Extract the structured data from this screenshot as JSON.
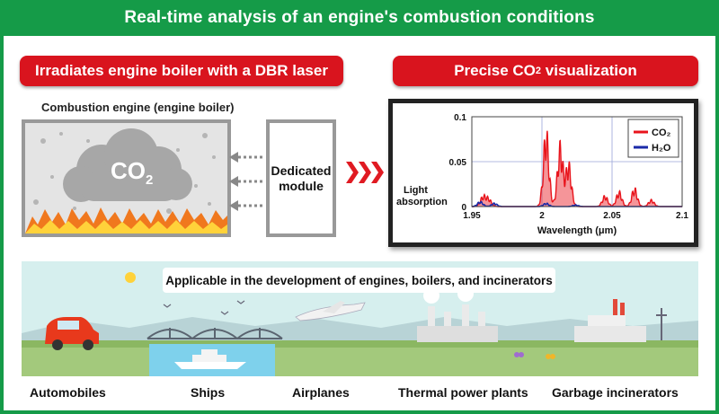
{
  "header": {
    "title": "Real-time analysis of an engine's combustion conditions"
  },
  "left_panel": {
    "title": "Irradiates engine boiler with a DBR laser",
    "engine_label": "Combustion engine (engine boiler)",
    "cloud_text": "CO",
    "cloud_sub": "2",
    "module_line1": "Dedicated",
    "module_line2": "module"
  },
  "right_panel": {
    "title_pre": "Precise CO",
    "title_sub": "2",
    "title_post": " visualization"
  },
  "applications": {
    "banner": "Applicable in the development of engines, boilers, and incinerators",
    "items": [
      "Automobiles",
      "Ships",
      "Airplanes",
      "Thermal power plants",
      "Garbage incinerators"
    ]
  },
  "chart_data": {
    "type": "line",
    "xlabel": "Wavelength (μm)",
    "ylabel": "Light absorption",
    "xlim": [
      1.95,
      2.1
    ],
    "ylim": [
      0,
      0.1
    ],
    "x_ticks": [
      "1.95",
      "2",
      "2.05",
      "2.1"
    ],
    "y_ticks": [
      "0",
      "0.05",
      "0.1"
    ],
    "legend_position": "top-right",
    "series": [
      {
        "name": "CO₂",
        "color": "#e8141c",
        "peaks": [
          {
            "x": 1.958,
            "y": 0.012
          },
          {
            "x": 1.962,
            "y": 0.009
          },
          {
            "x": 2.003,
            "y": 0.092
          },
          {
            "x": 2.013,
            "y": 0.074
          },
          {
            "x": 2.019,
            "y": 0.052
          },
          {
            "x": 2.045,
            "y": 0.013
          },
          {
            "x": 2.055,
            "y": 0.018
          },
          {
            "x": 2.066,
            "y": 0.022
          },
          {
            "x": 2.078,
            "y": 0.008
          }
        ]
      },
      {
        "name": "H₂O",
        "color": "#1a2aa8",
        "peaks": [
          {
            "x": 1.956,
            "y": 0.006
          },
          {
            "x": 1.966,
            "y": 0.004
          },
          {
            "x": 2.003,
            "y": 0.004
          },
          {
            "x": 2.024,
            "y": 0.002
          }
        ]
      }
    ]
  },
  "colors": {
    "brand_green": "#159b48",
    "title_red": "#d9141e"
  }
}
